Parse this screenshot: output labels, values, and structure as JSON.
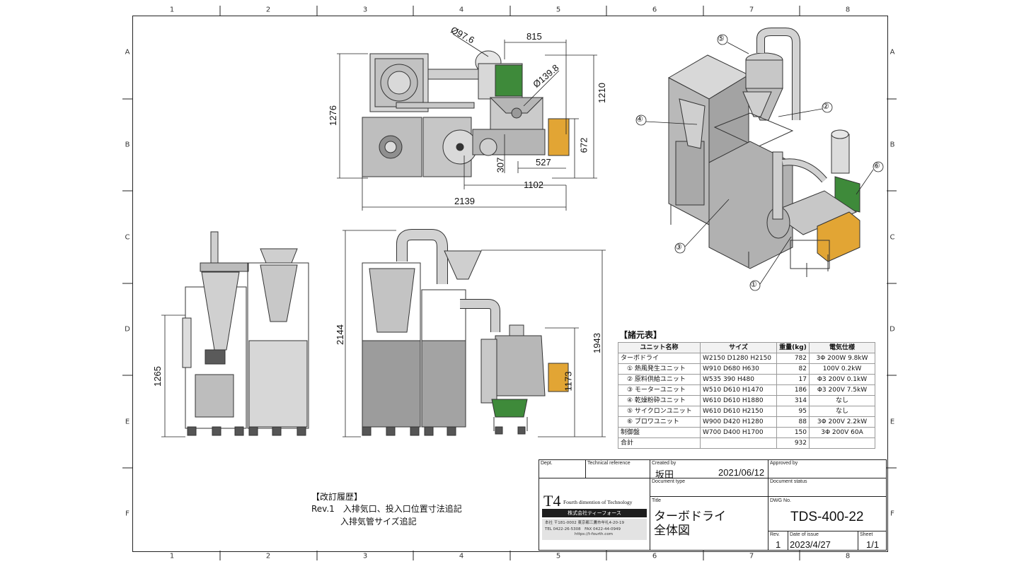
{
  "zones": {
    "columns": [
      "1",
      "2",
      "3",
      "4",
      "5",
      "6",
      "7",
      "8"
    ],
    "rows": [
      "A",
      "B",
      "C",
      "D",
      "E",
      "F"
    ]
  },
  "dimensions": {
    "top_phi1": "Ø97.6",
    "top_815": "815",
    "top_phi2": "Ø139.8",
    "top_1276": "1276",
    "top_1210": "1210",
    "top_672": "672",
    "top_307": "307",
    "top_527": "527",
    "top_1102": "1102",
    "top_2139": "2139",
    "side_1265": "1265",
    "front_2144": "2144",
    "front_1943": "1943",
    "front_1173": "1173"
  },
  "callouts": [
    "①",
    "②",
    "③",
    "④",
    "⑤",
    "⑥"
  ],
  "spec_table": {
    "title": "【諸元表】",
    "headers": [
      "ユニット名称",
      "サイズ",
      "重量(kg)",
      "電気仕様"
    ],
    "rows": [
      [
        "ターボドライ",
        "W2150 D1280 H2150",
        "782",
        "3Φ 200W 9.8kW"
      ],
      [
        "　① 熱風発生ユニット",
        "W910 D680 H630",
        "82",
        "100V 0.2kW"
      ],
      [
        "　② 原料供給ユニット",
        "W535 390 H480",
        "17",
        "Φ3 200V 0.1kW"
      ],
      [
        "　③ モーターユニット",
        "W510 D610 H1470",
        "186",
        "Φ3 200V 7.5kW"
      ],
      [
        "　④ 乾燥粉砕ユニット",
        "W610 D610 H1880",
        "314",
        "なし"
      ],
      [
        "　⑤ サイクロンユニット",
        "W610 D610 H2150",
        "95",
        "なし"
      ],
      [
        "　⑥ ブロワユニット",
        "W900 D420 H1280",
        "88",
        "3Φ 200V 2.2kW"
      ],
      [
        "制御盤",
        "W700 D400 H1700",
        "150",
        "3Φ 200V 60A"
      ],
      [
        "合計",
        "",
        "932",
        ""
      ]
    ]
  },
  "revision": {
    "title": "【改訂履歴】",
    "line1": "Rev.1　入排気口、投入口位置寸法追記",
    "line2": "入排気管サイズ追記"
  },
  "title_block": {
    "dept_label": "Dept.",
    "techref_label": "Technical reference",
    "created_by_label": "Created by",
    "created_by": "坂田",
    "created_date": "2021/06/12",
    "approved_by_label": "Approved by",
    "doc_type_label": "Document type",
    "doc_status_label": "Document status",
    "title_label": "Title",
    "title_line1": "ターボドライ",
    "title_line2": "全体図",
    "dwg_label": "DWG No.",
    "dwg_no": "TDS-400-22",
    "rev_label": "Rev.",
    "rev_value": "1",
    "issue_label": "Date of issue",
    "issue_date": "2023/4/27",
    "sheet_label": "Sheet",
    "sheet_value": "1/1",
    "logo_mark": "T4",
    "logo_tagline": "Fourth dimention of Technology",
    "company": "株式会社ティーフォース",
    "address": "本社 〒181-0002 東京都三鷹市牟礼4-20-19",
    "phone": "TEL 0422-26-5308　FAX 0422-44-0949",
    "url": "https://t-fourth.com"
  },
  "colors": {
    "line": "#222222",
    "steel": "#b9b9b9",
    "steel_dark": "#8c8c8c",
    "panel": "#a9a9a9",
    "motor_green": "#3e8a3a",
    "box_orange": "#e2a534"
  }
}
